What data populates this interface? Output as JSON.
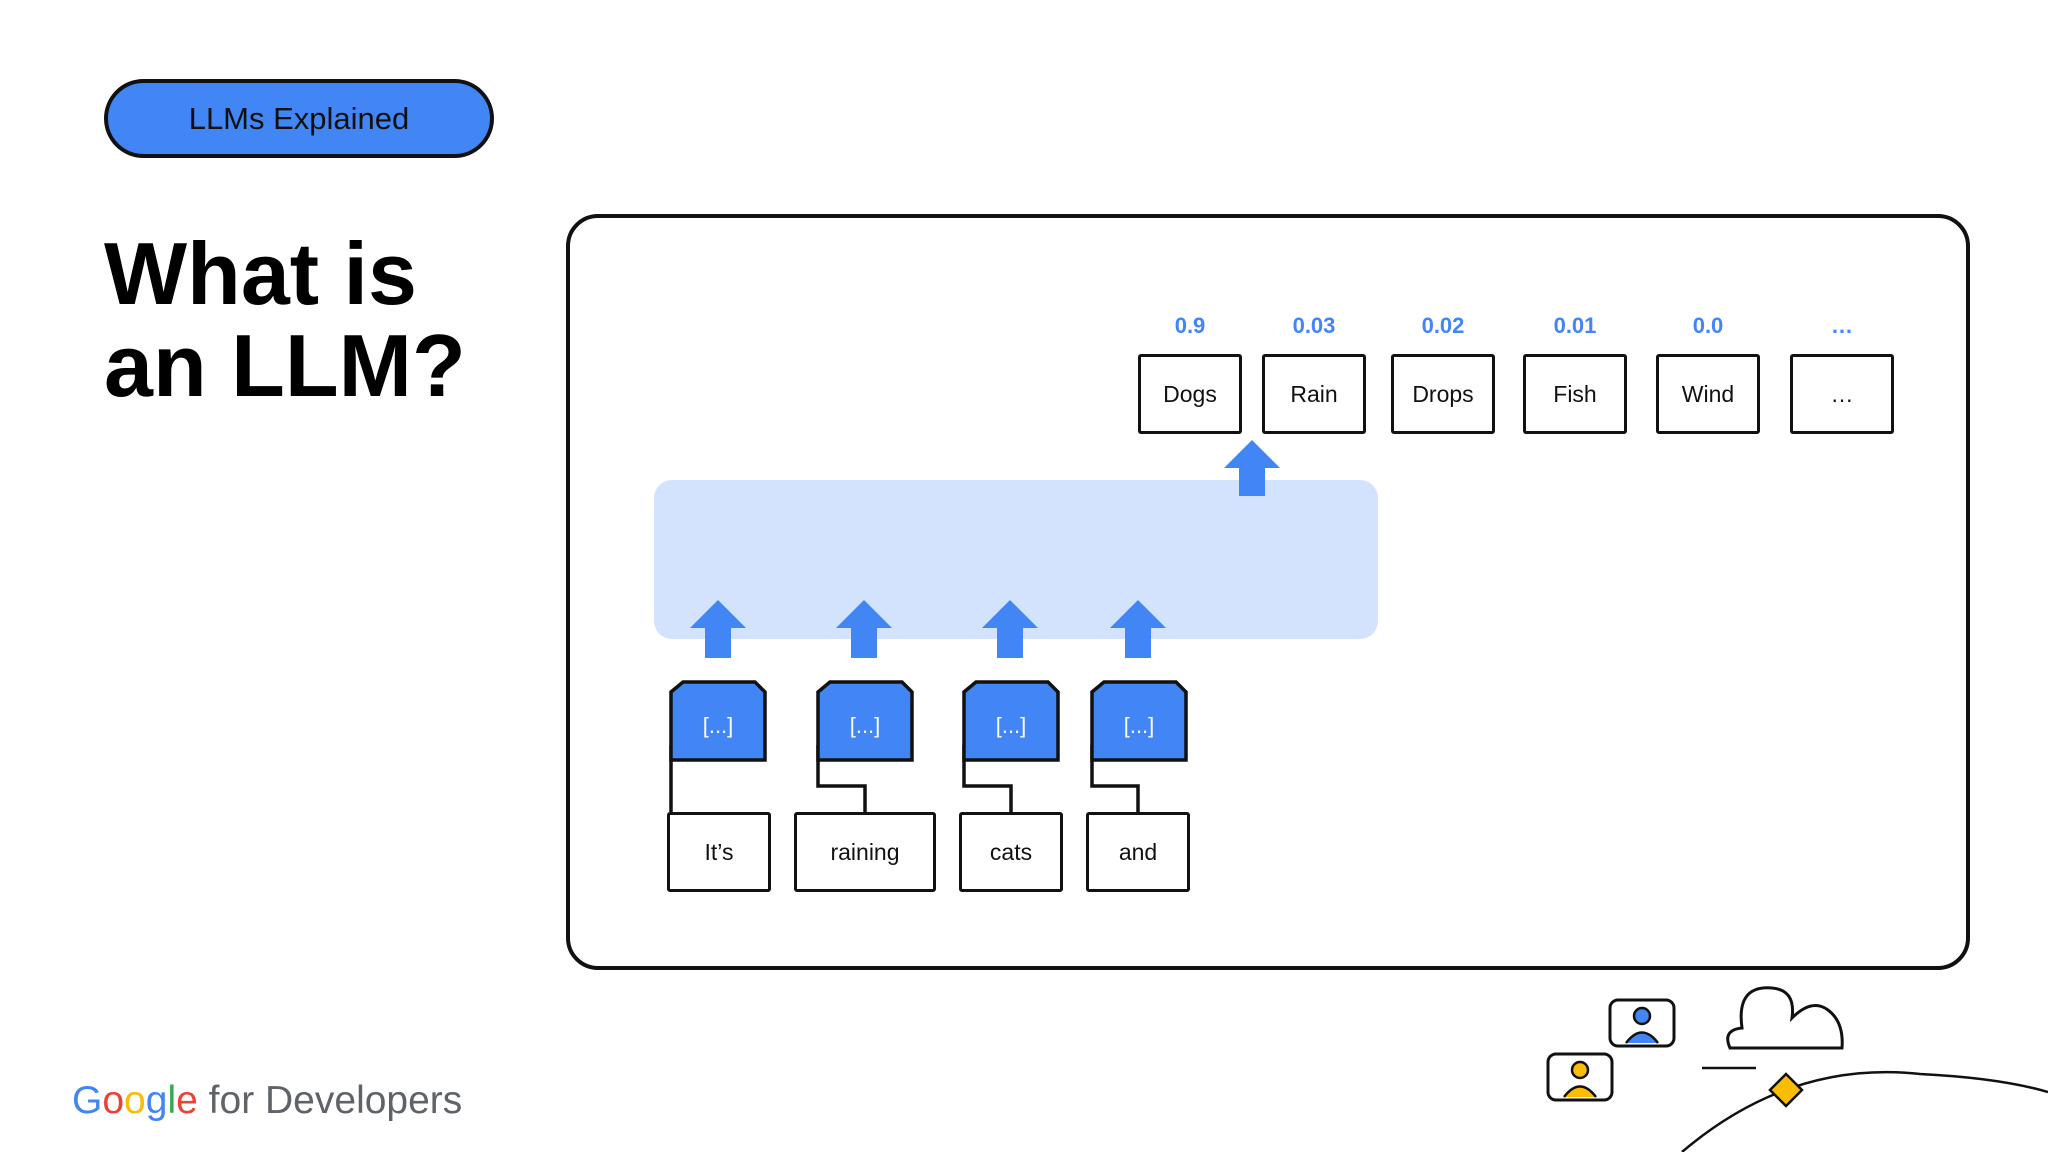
{
  "badge": "LLMs Explained",
  "title_lines": [
    "What is",
    "an LLM?"
  ],
  "diagram": {
    "outputs": [
      {
        "word": "Dogs",
        "prob": "0.9"
      },
      {
        "word": "Rain",
        "prob": "0.03"
      },
      {
        "word": "Drops",
        "prob": "0.02"
      },
      {
        "word": "Fish",
        "prob": "0.01"
      },
      {
        "word": "Wind",
        "prob": "0.0"
      },
      {
        "word": "…",
        "prob": "…"
      }
    ],
    "inputs": [
      {
        "word": "It’s",
        "embedding": "[...]"
      },
      {
        "word": "raining",
        "embedding": "[...]"
      },
      {
        "word": "cats",
        "embedding": "[...]"
      },
      {
        "word": "and",
        "embedding": "[...]"
      }
    ],
    "colors": {
      "accent": "#4285f4",
      "panel": "#d3e3fd",
      "stroke": "#111111"
    }
  },
  "footer": {
    "logo_google": [
      "G",
      "o",
      "o",
      "g",
      "l",
      "e"
    ],
    "logo_rest": "for Developers"
  },
  "icons": [
    "person-icon",
    "person-icon",
    "cloud-icon",
    "diamond-icon"
  ]
}
